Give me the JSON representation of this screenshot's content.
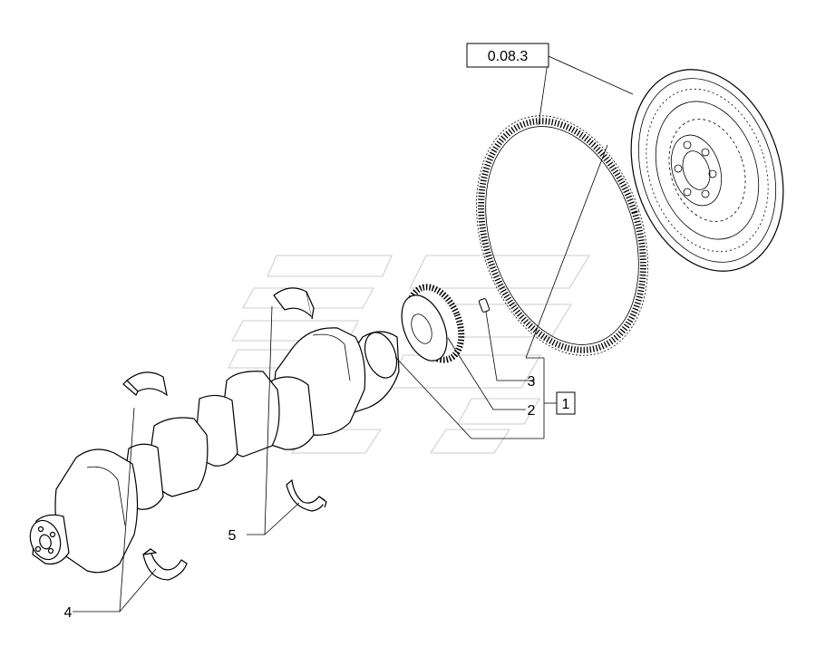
{
  "diagram": {
    "references": {
      "flywheel_group": "0.08.3"
    },
    "callouts": [
      {
        "id": "1",
        "label": "1",
        "boxed": true
      },
      {
        "id": "2",
        "label": "2",
        "boxed": false
      },
      {
        "id": "3",
        "label": "3",
        "boxed": false
      },
      {
        "id": "4",
        "label": "4",
        "boxed": false
      },
      {
        "id": "5",
        "label": "5",
        "boxed": false
      }
    ],
    "colors": {
      "line": "#000000",
      "watermark": "#d6d6d6",
      "background": "#ffffff"
    }
  }
}
